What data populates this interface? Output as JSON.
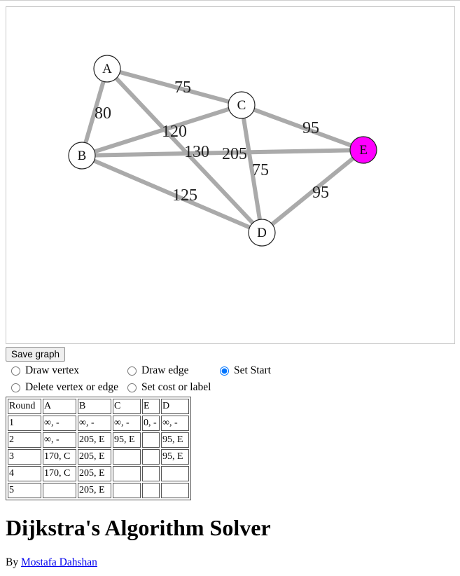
{
  "graph": {
    "vertices": [
      {
        "id": "A",
        "label": "A",
        "color": "#ffffff"
      },
      {
        "id": "B",
        "label": "B",
        "color": "#ffffff"
      },
      {
        "id": "C",
        "label": "C",
        "color": "#ffffff"
      },
      {
        "id": "D",
        "label": "D",
        "color": "#ffffff"
      },
      {
        "id": "E",
        "label": "E",
        "color": "#ff00ff"
      }
    ],
    "edges": [
      {
        "from": "A",
        "to": "C",
        "cost": "75"
      },
      {
        "from": "A",
        "to": "B",
        "cost": "80"
      },
      {
        "from": "B",
        "to": "C",
        "cost": "120"
      },
      {
        "from": "A",
        "to": "D",
        "cost": "130"
      },
      {
        "from": "B",
        "to": "E",
        "cost": "205"
      },
      {
        "from": "C",
        "to": "E",
        "cost": "95"
      },
      {
        "from": "C",
        "to": "D",
        "cost": "75"
      },
      {
        "from": "B",
        "to": "D",
        "cost": "125"
      },
      {
        "from": "D",
        "to": "E",
        "cost": "95"
      }
    ],
    "edge_color": "#aaaaaa",
    "start_color": "#ff00ff"
  },
  "controls": {
    "save_label": "Save graph",
    "modes": [
      {
        "label": "Draw vertex",
        "checked": false
      },
      {
        "label": "Draw edge",
        "checked": false
      },
      {
        "label": "Set Start",
        "checked": true
      },
      {
        "label": "Delete vertex or edge",
        "checked": false
      },
      {
        "label": "Set cost or label",
        "checked": false
      }
    ]
  },
  "table": {
    "headers": [
      "Round",
      "A",
      "B",
      "C",
      "E",
      "D"
    ],
    "rows": [
      [
        "1",
        "∞, -",
        "∞, -",
        "∞, -",
        "0, -",
        "∞, -"
      ],
      [
        "2",
        "∞, -",
        "205, E",
        "95, E",
        "",
        "95, E"
      ],
      [
        "3",
        "170, C",
        "205, E",
        "",
        "",
        "95, E"
      ],
      [
        "4",
        "170, C",
        "205, E",
        "",
        "",
        ""
      ],
      [
        "5",
        "",
        "205, E",
        "",
        "",
        ""
      ]
    ]
  },
  "page": {
    "title": "Dijkstra's Algorithm Solver",
    "by_prefix": "By ",
    "author": "Mostafa Dahshan"
  }
}
